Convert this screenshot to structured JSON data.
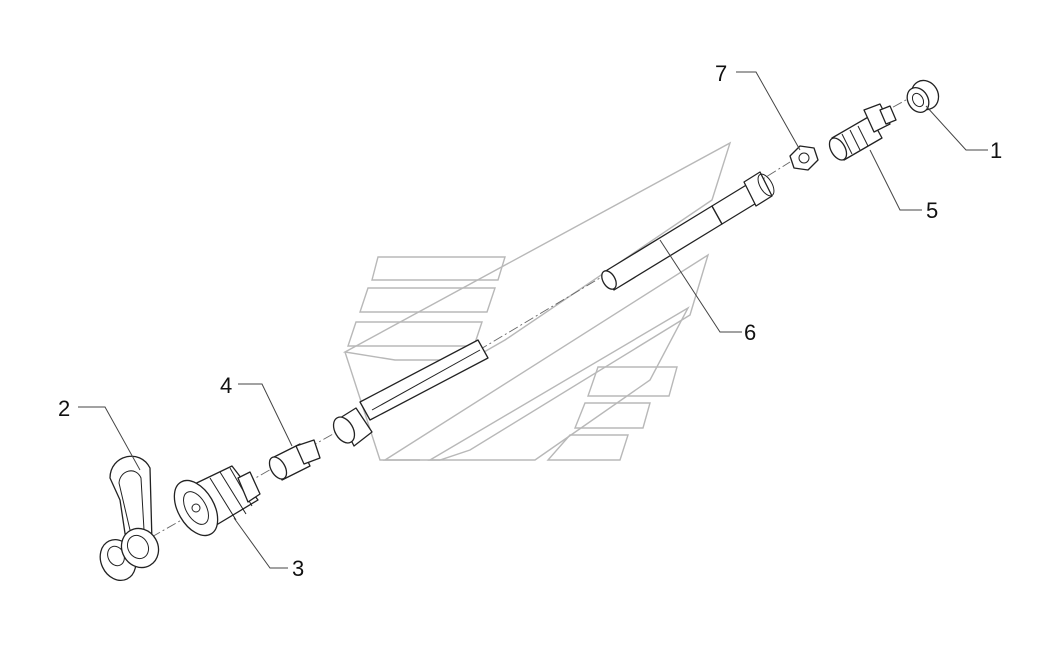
{
  "diagram": {
    "callouts": [
      {
        "id": "c1",
        "label": "1"
      },
      {
        "id": "c2",
        "label": "2"
      },
      {
        "id": "c3",
        "label": "3"
      },
      {
        "id": "c4",
        "label": "4"
      },
      {
        "id": "c5",
        "label": "5"
      },
      {
        "id": "c6",
        "label": "6"
      },
      {
        "id": "c7",
        "label": "7"
      }
    ],
    "colors": {
      "linework": "#222222",
      "watermark": "#b8b8b8",
      "leader": "#444444"
    }
  }
}
